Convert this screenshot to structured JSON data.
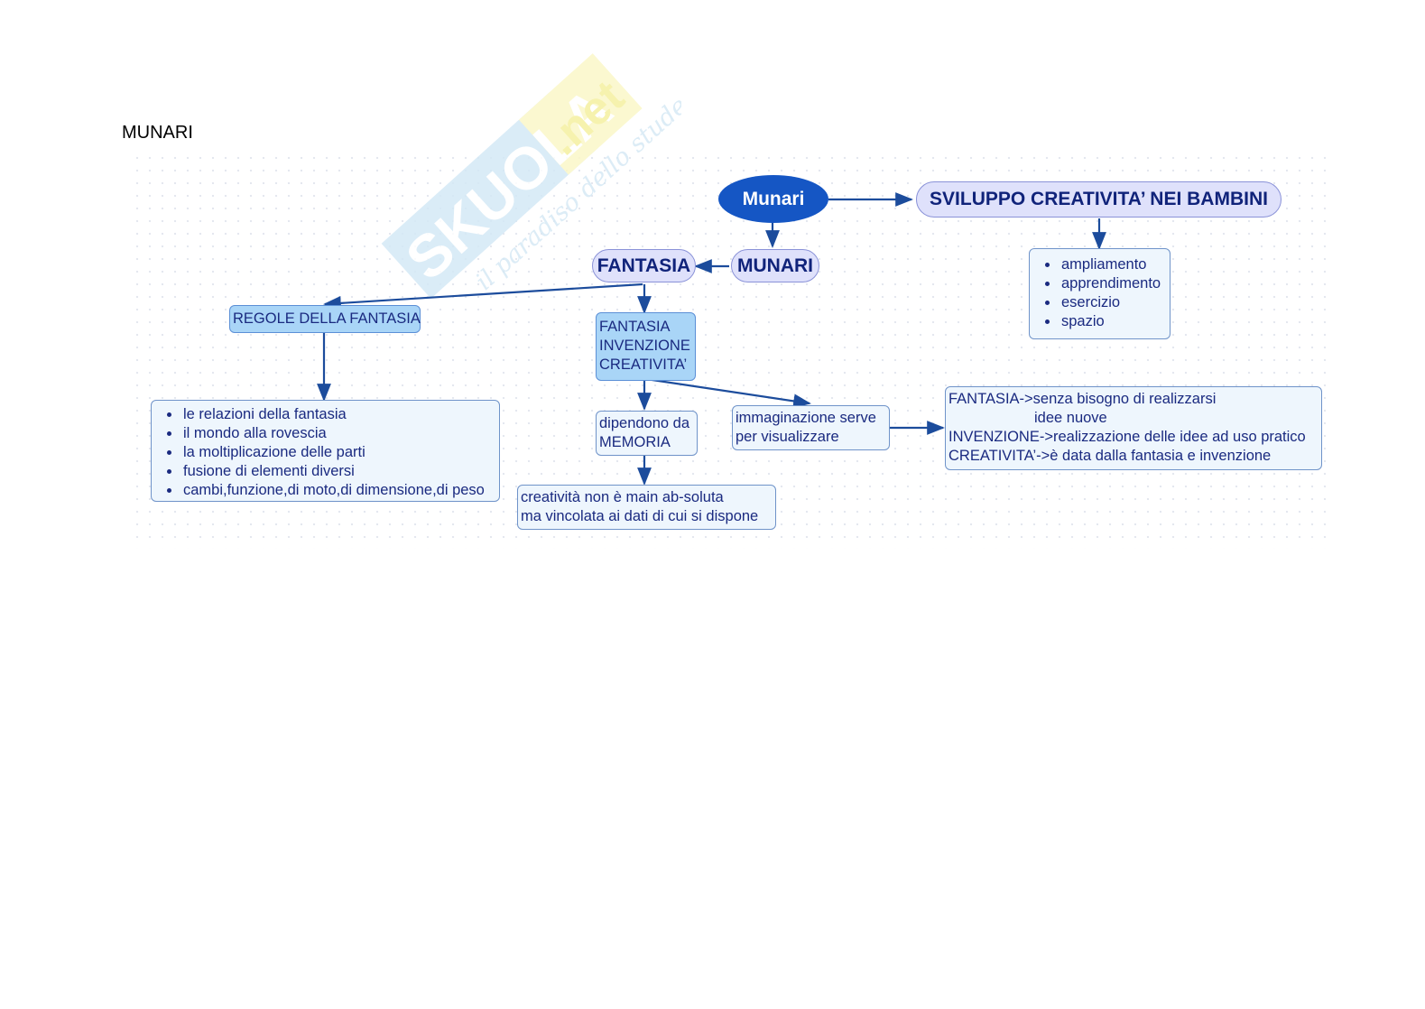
{
  "page": {
    "heading": "MUNARI"
  },
  "watermark": {
    "brand": "SKUOLA",
    "tld": ".net",
    "tagline": "il paradiso dello studente"
  },
  "diagram": {
    "root": "Munari",
    "development": "SVILUPPO CREATIVITA’ NEI BAMBINI",
    "development_items": [
      "ampliamento",
      "apprendimento",
      "esercizio",
      "spazio"
    ],
    "munari": "MUNARI",
    "fantasia": "FANTASIA",
    "rules_title": "REGOLE DELLA FANTASIA",
    "rules_items": [
      "le relazioni della fantasia",
      "il mondo alla rovescia",
      "la moltiplicazione delle parti",
      "fusione di elementi diversi",
      "cambi,funzione,di moto,di dimensione,di peso"
    ],
    "triad": [
      "FANTASIA",
      "INVENZIONE",
      "CREATIVITA’"
    ],
    "memory": [
      "dipendono da",
      "MEMORIA"
    ],
    "imagination": [
      "immaginazione serve",
      "per visualizzare"
    ],
    "definitions": [
      "FANTASIA->senza bisogno di realizzarsi",
      "idee nuove",
      "INVENZIONE->realizzazione delle idee ad uso pratico",
      "CREATIVITA’->è data dalla fantasia e invenzione"
    ],
    "creativity_note": [
      "creatività non è main ab-soluta",
      "ma vincolata ai dati di cui si dispone"
    ]
  },
  "colors": {
    "primary": "#1556c4",
    "arrow": "#1c4c9c",
    "node_fill": "#eef6fd",
    "highlight_fill": "#a9d5f7",
    "oval_fill": "#dfe1fb"
  }
}
